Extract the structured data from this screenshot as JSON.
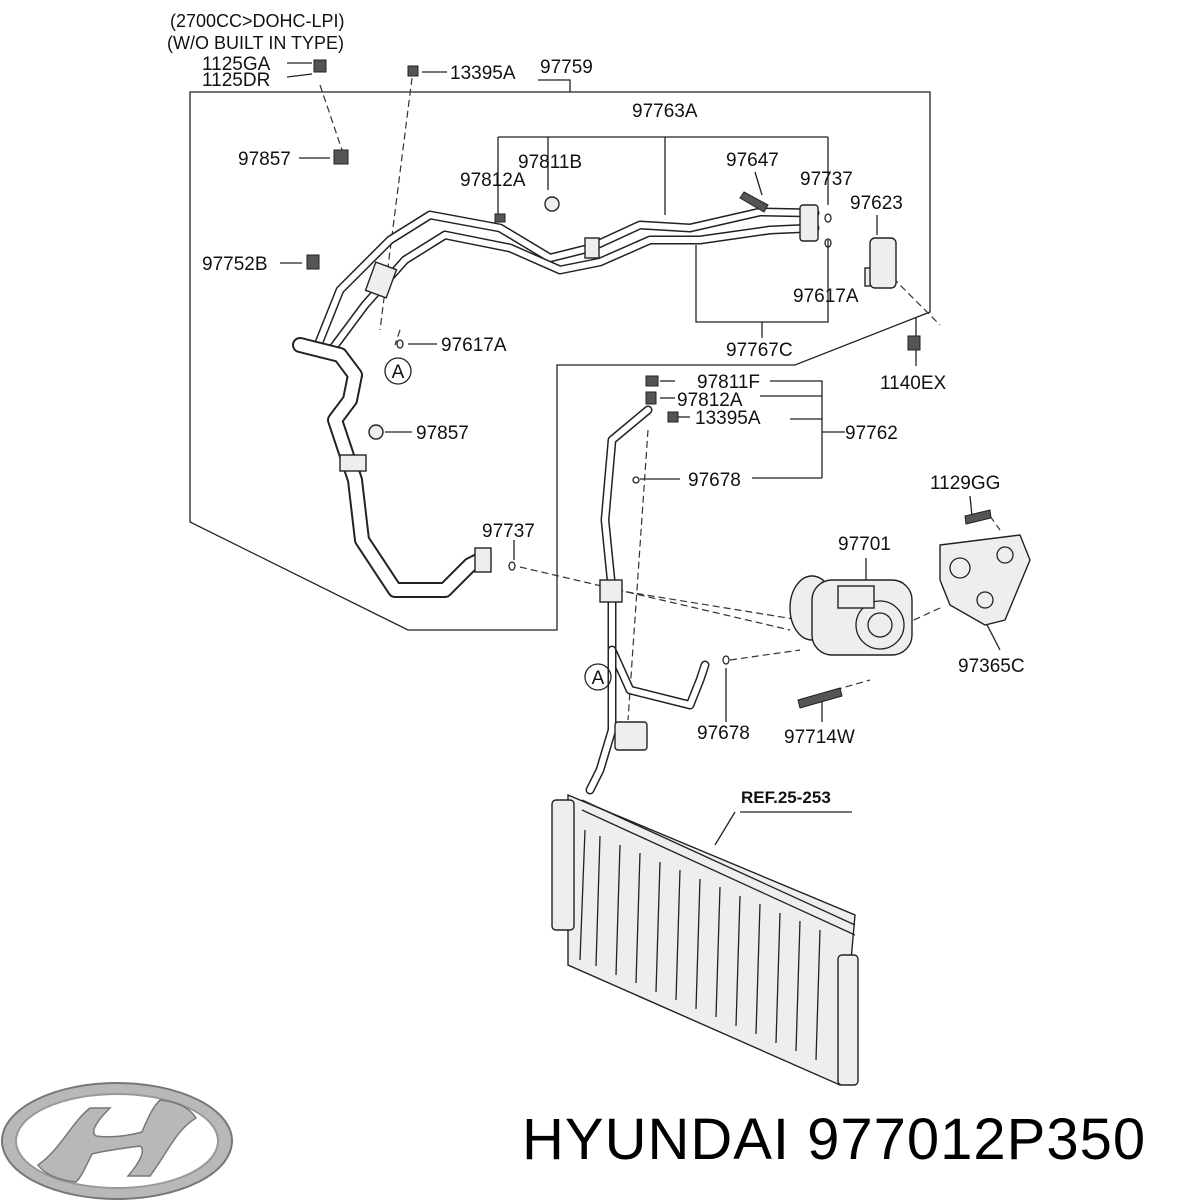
{
  "notes": {
    "engine": "(2700CC>DOHC-LPI)",
    "type": "(W/O BUILT IN TYPE)"
  },
  "labels": {
    "l1125GA": "1125GA",
    "l1125DR": "1125DR",
    "l13395A_top": "13395A",
    "l97759": "97759",
    "l97763A": "97763A",
    "l97811B": "97811B",
    "l97812A_top": "97812A",
    "l97857_top": "97857",
    "l97647": "97647",
    "l97737_top": "97737",
    "l97623": "97623",
    "l97752B": "97752B",
    "l97617A_right": "97617A",
    "l97617A_left": "97617A",
    "l97767C": "97767C",
    "l1140EX": "1140EX",
    "l97811F": "97811F",
    "l97812A_mid": "97812A",
    "l13395A_mid": "13395A",
    "l97762": "97762",
    "l97857_mid": "97857",
    "l97678_mid": "97678",
    "l1129GG": "1129GG",
    "l97737_low": "97737",
    "l97701": "97701",
    "l97365C": "97365C",
    "l97678_low": "97678",
    "l97714W": "97714W",
    "circleA_top": "A",
    "circleA_low": "A",
    "ref": "REF.25-253"
  },
  "brand": {
    "logo": "hyundai-logo",
    "text": "HYUNDAI 977012P350"
  }
}
